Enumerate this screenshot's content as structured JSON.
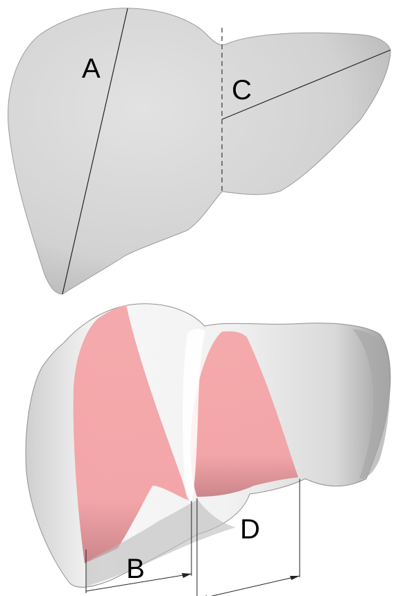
{
  "labels": {
    "a": "A",
    "b": "B",
    "c": "C",
    "d": "D"
  },
  "colors": {
    "background": "#ffffff",
    "organ_top": "#d6d6d6",
    "organ_bottom": "#ececec",
    "highlight": "#f4a4a6",
    "line": "#222222"
  }
}
